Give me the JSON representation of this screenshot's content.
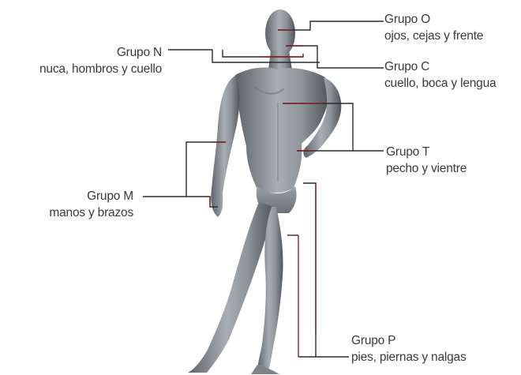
{
  "groups": {
    "o": {
      "title": "Grupo O",
      "desc": "ojos, cejas y frente"
    },
    "c": {
      "title": "Grupo C",
      "desc": "cuello, boca y lengua"
    },
    "t": {
      "title": "Grupo T",
      "desc": "pecho y vientre"
    },
    "p": {
      "title": "Grupo P",
      "desc": "pies, piernas y nalgas"
    },
    "n": {
      "title": "Grupo N",
      "desc": "nuca, hombros y cuello"
    },
    "m": {
      "title": "Grupo M",
      "desc": "manos y brazos"
    }
  },
  "colors": {
    "leader_line": "#8a1f2a",
    "leader_connector": "#2b2b2b",
    "figure": "#8c9298"
  }
}
